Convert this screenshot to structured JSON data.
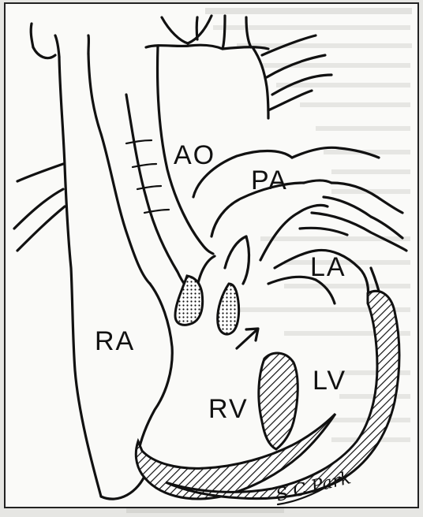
{
  "labels": {
    "ao": "AO",
    "pa": "PA",
    "la": "LA",
    "ra": "RA",
    "rv": "RV",
    "lv": "LV"
  },
  "signature": "S C Park",
  "colors": {
    "paper": "#e6e6e3",
    "panel": "#fafaf8",
    "ink": "#111111"
  }
}
